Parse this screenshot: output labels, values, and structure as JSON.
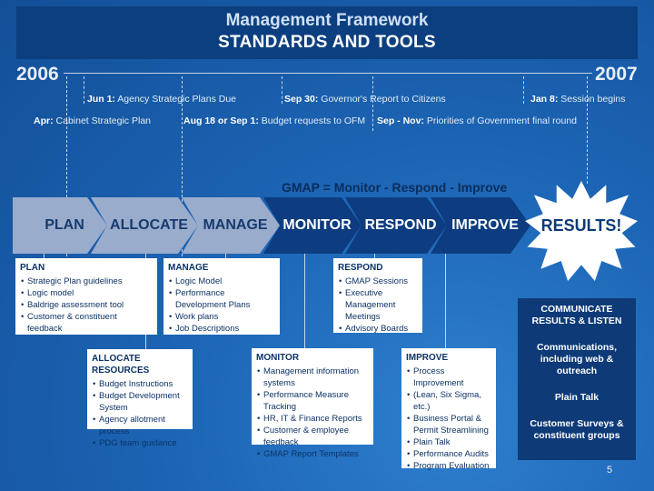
{
  "header": {
    "title": "Management Framework",
    "subtitle": "STANDARDS AND TOOLS"
  },
  "timeline": {
    "year_start": "2006",
    "year_end": "2007",
    "top_row": [
      {
        "label": "Jun 1:",
        "text": "Agency Strategic Plans Due"
      },
      {
        "label": "Sep 30:",
        "text": "Governor's Report to Citizens"
      },
      {
        "label": "Jan 8:",
        "text": "Session begins"
      }
    ],
    "bottom_row": [
      {
        "label": "Apr:",
        "text": "Cabinet Strategic Plan"
      },
      {
        "label": "Aug 18 or Sep 1:",
        "text": "Budget requests to OFM"
      },
      {
        "label": "Sep - Nov:",
        "text": "Priorities of Government final round"
      }
    ]
  },
  "gmap_formula": "GMAP = Monitor - Respond - Improve",
  "phases": [
    "PLAN",
    "ALLOCATE",
    "MANAGE",
    "MONITOR",
    "RESPOND",
    "IMPROVE"
  ],
  "results_label": "RESULTS!",
  "boxes": {
    "plan": {
      "title": "PLAN",
      "items": [
        "Strategic Plan guidelines",
        "Logic model",
        "Baldrige assessment tool",
        "Customer & constituent feedback"
      ]
    },
    "manage": {
      "title": "MANAGE",
      "items": [
        "Logic Model",
        "Performance Development Plans",
        "Work plans",
        "Job Descriptions"
      ]
    },
    "respond": {
      "title": "RESPOND",
      "items": [
        "GMAP Sessions",
        "Executive Management Meetings",
        "Advisory Boards"
      ]
    },
    "allocate": {
      "title": "ALLOCATE RESOURCES",
      "items": [
        "Budget Instructions",
        "Budget Development System",
        "Agency allotment process",
        "PDG team guidance"
      ]
    },
    "monitor": {
      "title": "MONITOR",
      "items": [
        "Management information systems",
        "Performance Measure Tracking",
        "HR, IT & Finance Reports",
        "Customer & employee feedback",
        "GMAP Report Templates"
      ]
    },
    "improve": {
      "title": "IMPROVE",
      "items": [
        "Process Improvement",
        "(Lean, Six Sigma, etc.)",
        "Business Portal & Permit Streamlining",
        "Plain Talk",
        "Performance Audits",
        "Program Evaluation"
      ]
    }
  },
  "communicate": {
    "title": "COMMUNICATE RESULTS & LISTEN",
    "items": [
      "Communications, including web & outreach",
      "Plain Talk",
      "Customer Surveys & constituent groups"
    ]
  },
  "page_number": "5"
}
